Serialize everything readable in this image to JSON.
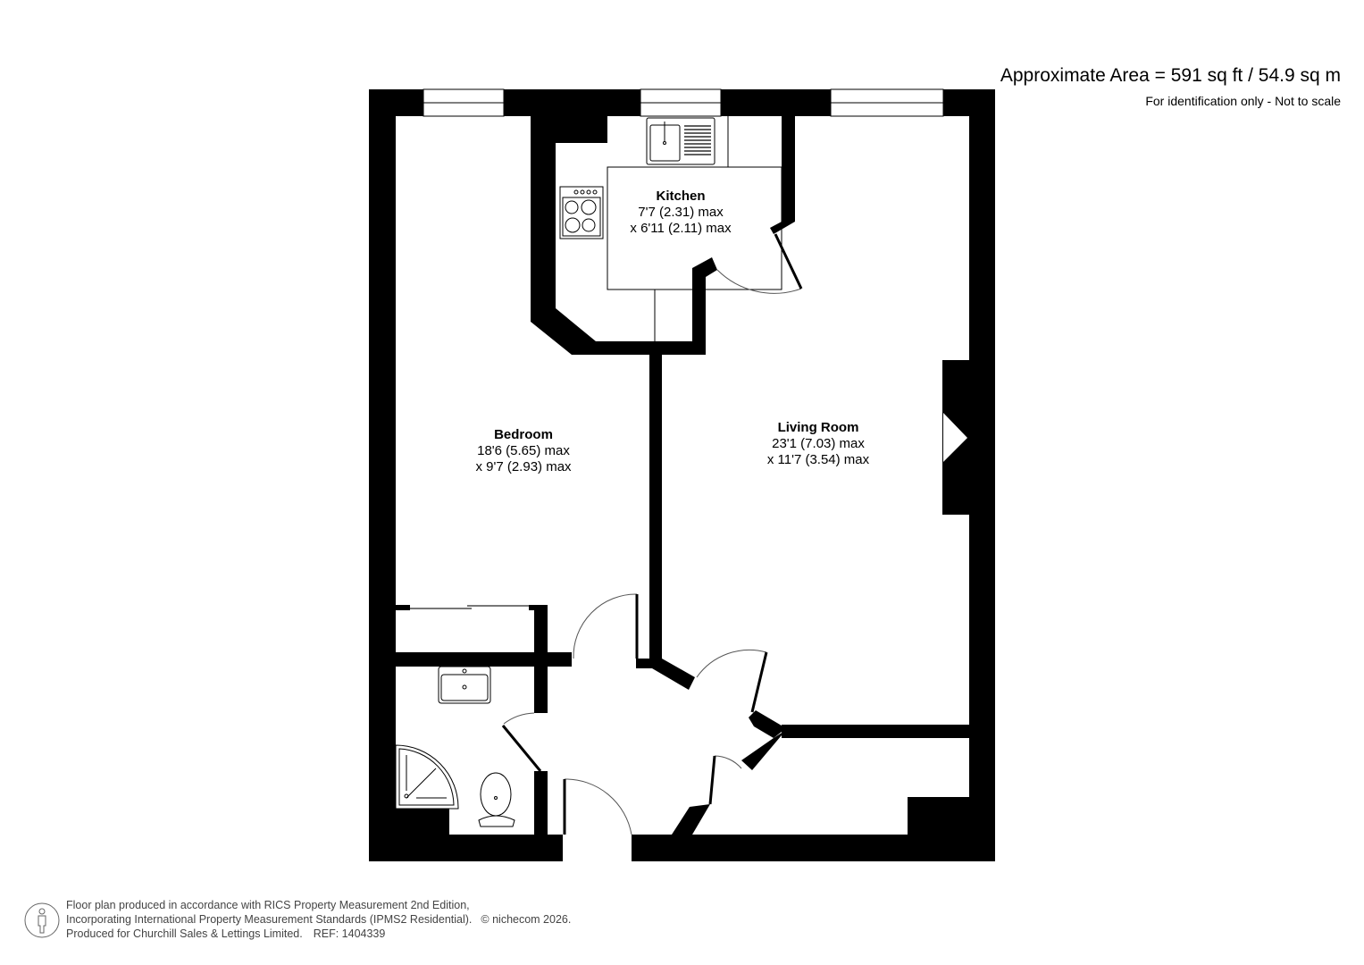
{
  "header": {
    "area_title": "Approximate Area = 591 sq ft / 54.9 sq m",
    "area_note": "For identification only - Not to scale"
  },
  "rooms": {
    "kitchen": {
      "name": "Kitchen",
      "dim1": "7'7 (2.31) max",
      "dim2": "x 6'11 (2.11) max"
    },
    "bedroom": {
      "name": "Bedroom",
      "dim1": "18'6 (5.65) max",
      "dim2": "x 9'7 (2.93) max"
    },
    "living_room": {
      "name": "Living Room",
      "dim1": "23'1 (7.03) max",
      "dim2": "x 11'7 (3.54) max"
    }
  },
  "fixtures": [
    "kitchen-sink-icon",
    "hob-icon",
    "basin-icon",
    "shower-tray-icon",
    "toilet-icon",
    "fireplace-icon",
    "wardrobe-icon"
  ],
  "footer": {
    "line1": "Floor plan produced in accordance with RICS Property Measurement 2nd Edition,",
    "line2": "Incorporating International Property Measurement Standards (IPMS2 Residential).",
    "copyright": "© nichecom 2026.",
    "line3": "Produced for Churchill Sales & Lettings Limited.",
    "ref": "REF: 1404339"
  },
  "colors": {
    "wall": "#000000",
    "background": "#ffffff",
    "footer_text": "#444444"
  }
}
